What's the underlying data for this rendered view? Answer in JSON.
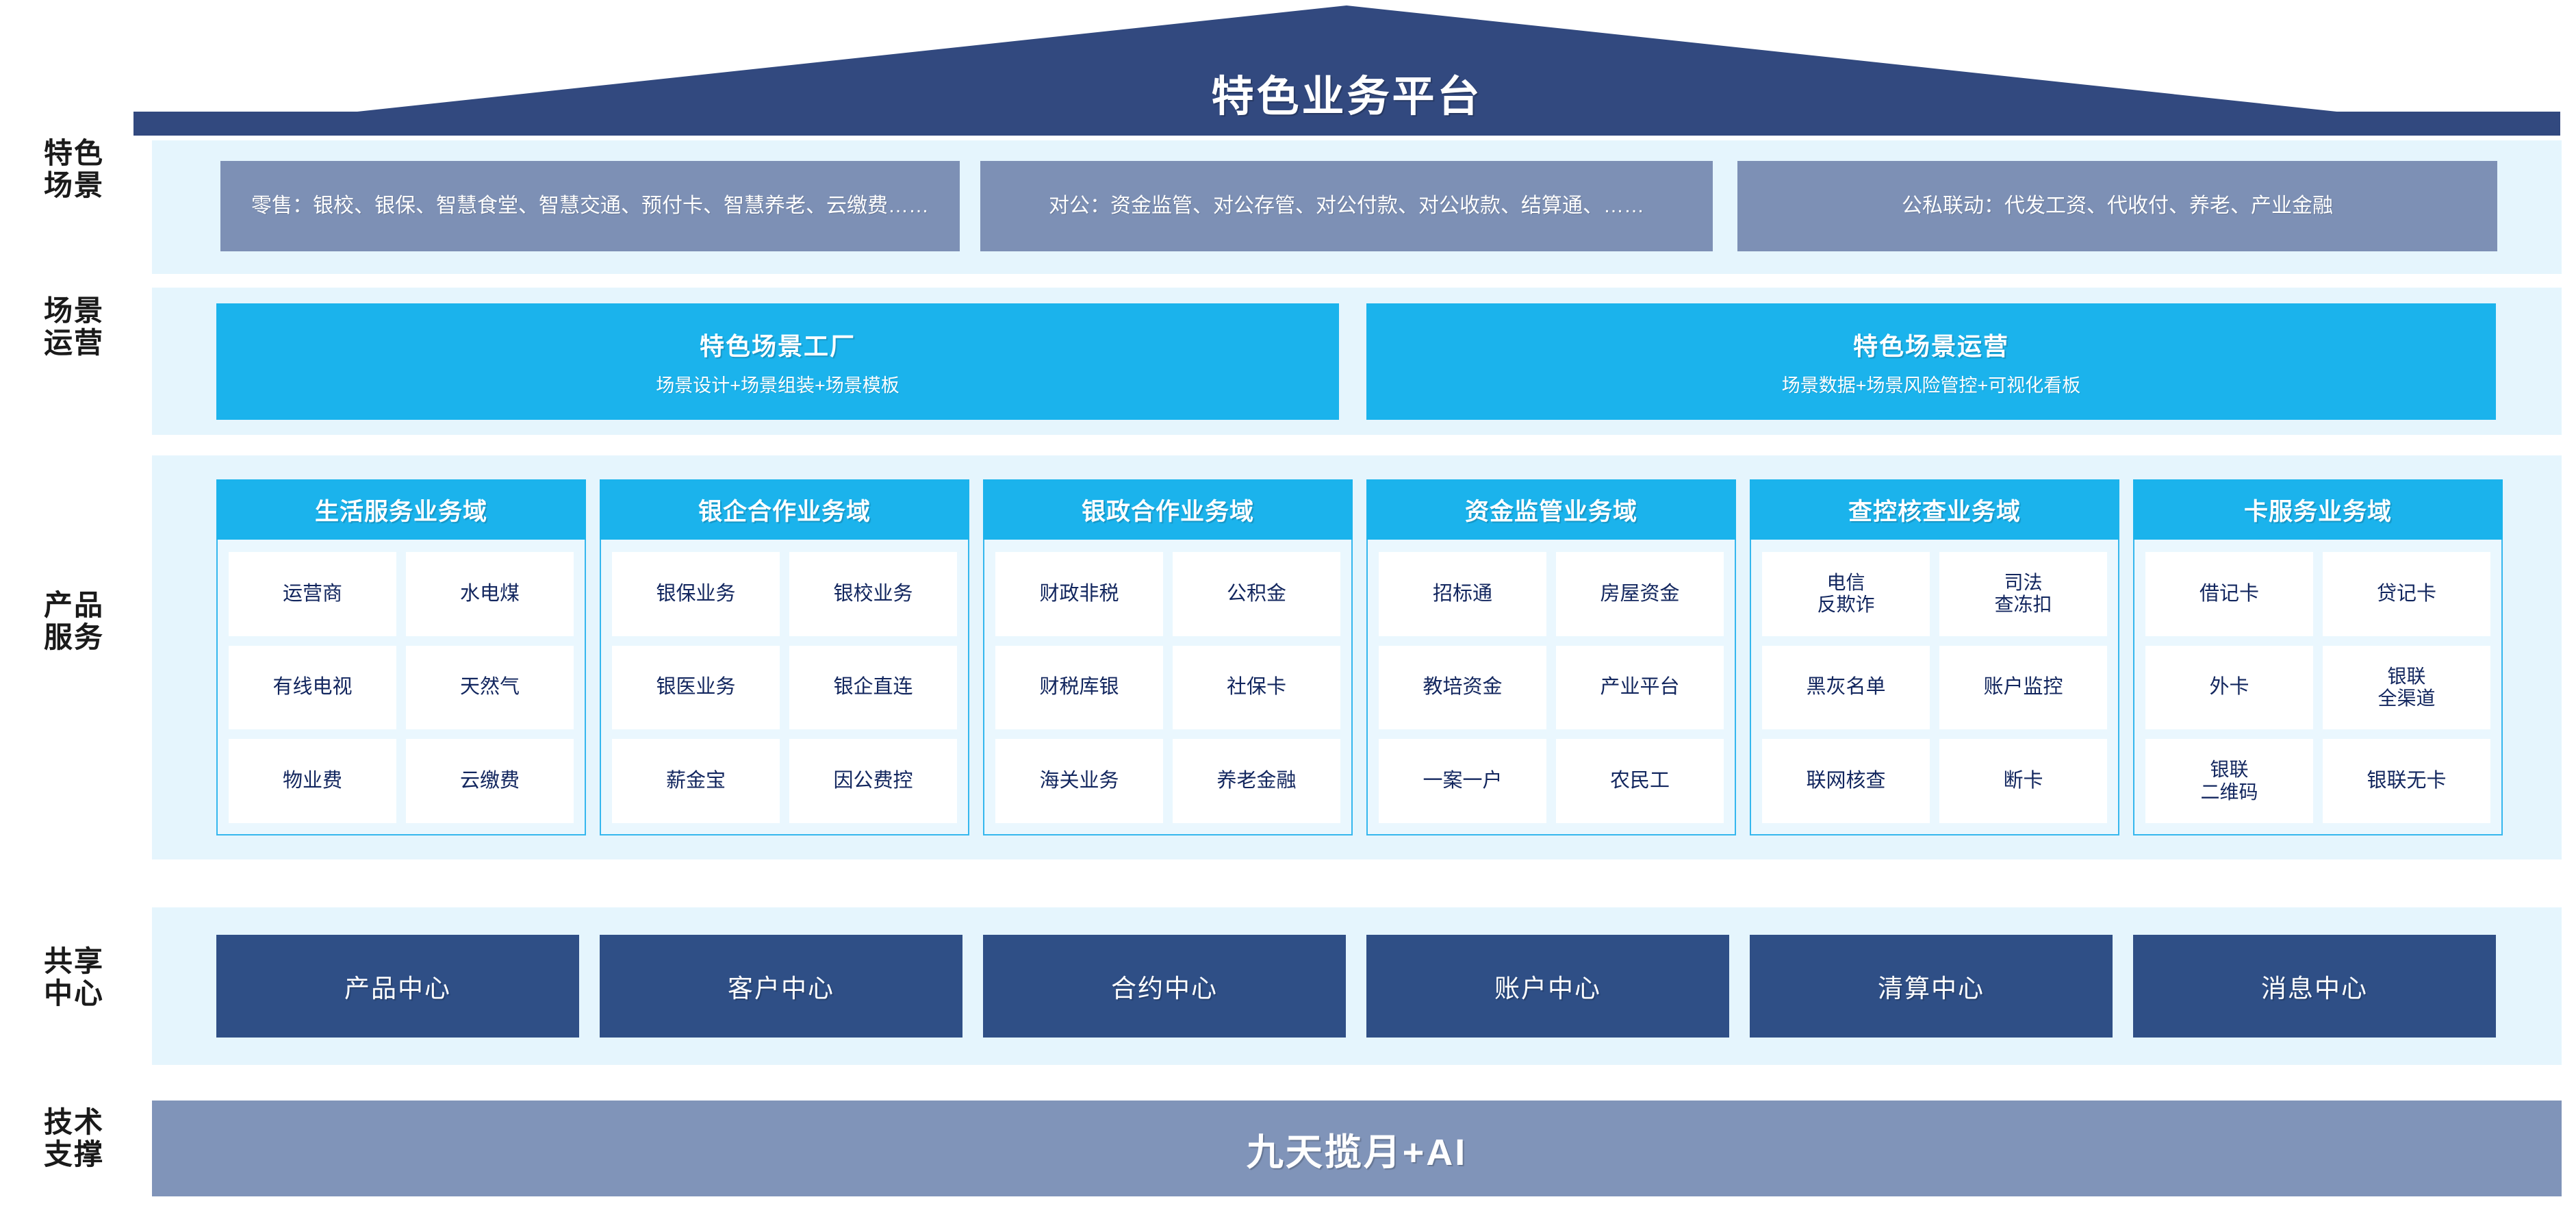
{
  "header": {
    "title": "特色业务平台"
  },
  "rails": [
    {
      "id": "scene",
      "lines": [
        "特色",
        "场景"
      ]
    },
    {
      "id": "operation",
      "lines": [
        "场景",
        "运营"
      ]
    },
    {
      "id": "product",
      "lines": [
        "产品",
        "服务"
      ]
    },
    {
      "id": "shared",
      "lines": [
        "共享",
        "中心"
      ]
    },
    {
      "id": "tech",
      "lines": [
        "技术",
        "支撑"
      ]
    }
  ],
  "scenes": [
    {
      "name": "retail",
      "text": "零售：银校、银保、智慧食堂、智慧交通、预付卡、智慧养老、云缴费……"
    },
    {
      "name": "corporate",
      "text": "对公：资金监管、对公存管、对公付款、对公收款、结算通、……"
    },
    {
      "name": "public-private",
      "text": "公私联动：代发工资、代收付、养老、产业金融"
    }
  ],
  "operations": [
    {
      "name": "scene-factory",
      "title": "特色场景工厂",
      "subtitle": "场景设计+场景组装+场景模板"
    },
    {
      "name": "scene-operation",
      "title": "特色场景运营",
      "subtitle": "场景数据+场景风险管控+可视化看板"
    }
  ],
  "domains": [
    {
      "name": "life-service",
      "title": "生活服务业务域",
      "items": [
        "运营商",
        "水电煤",
        "有线电视",
        "天然气",
        "物业费",
        "云缴费"
      ]
    },
    {
      "name": "bank-enterprise",
      "title": "银企合作业务域",
      "items": [
        "银保业务",
        "银校业务",
        "银医业务",
        "银企直连",
        "薪金宝",
        "因公费控"
      ]
    },
    {
      "name": "bank-government",
      "title": "银政合作业务域",
      "items": [
        "财政非税",
        "公积金",
        "财税库银",
        "社保卡",
        "海关业务",
        "养老金融"
      ]
    },
    {
      "name": "fund-supervision",
      "title": "资金监管业务域",
      "items": [
        "招标通",
        "房屋资金",
        "教培资金",
        "产业平台",
        "一案一户",
        "农民工"
      ]
    },
    {
      "name": "investigation-control",
      "title": "查控核查业务域",
      "items": [
        "电信\n反欺诈",
        "司法\n查冻扣",
        "黑灰名单",
        "账户监控",
        "联网核查",
        "断卡"
      ]
    },
    {
      "name": "card-service",
      "title": "卡服务业务域",
      "items": [
        "借记卡",
        "贷记卡",
        "外卡",
        "银联\n全渠道",
        "银联\n二维码",
        "银联无卡"
      ]
    }
  ],
  "shared_centers": [
    {
      "name": "product-center",
      "label": "产品中心"
    },
    {
      "name": "customer-center",
      "label": "客户中心"
    },
    {
      "name": "contract-center",
      "label": "合约中心"
    },
    {
      "name": "account-center",
      "label": "账户中心"
    },
    {
      "name": "settlement-center",
      "label": "清算中心"
    },
    {
      "name": "message-center",
      "label": "消息中心"
    }
  ],
  "tech_support": {
    "label": "九天揽月+AI"
  },
  "colors": {
    "roof": "#32497f",
    "band": "#e5f5fd",
    "scene_box": "#7d90b5",
    "cyan": "#1bb3ec",
    "domain_panel": "#eaf7fe",
    "domain_border": "#35b7ee",
    "center_box": "#2f4f86",
    "tech_bar": "#8094b9",
    "cell_bg": "#ffffff",
    "text_dark": "#12265e"
  }
}
